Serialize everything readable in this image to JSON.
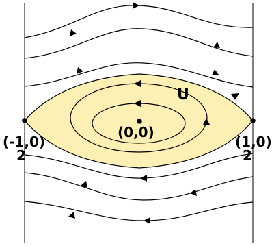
{
  "colors": {
    "region_fill": "#fcf0b4",
    "stroke": "#000000",
    "background": "#ffffff"
  },
  "labels": {
    "region": "U",
    "center_point": "(0,0)",
    "left_point": {
      "open": "(-",
      "numerator": "1",
      "tail": ",0)",
      "denominator": "2"
    },
    "right_point": {
      "open": "(",
      "numerator": "1",
      "tail": ",0)",
      "denominator": "2"
    }
  }
}
